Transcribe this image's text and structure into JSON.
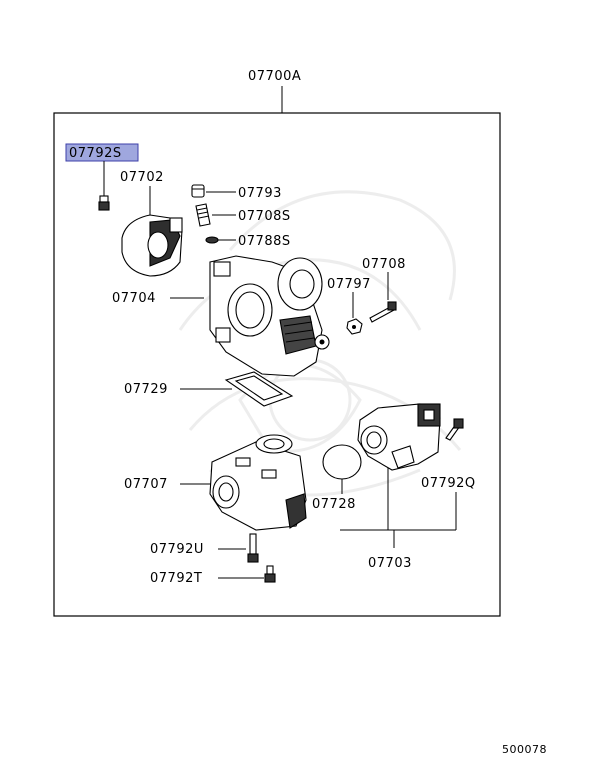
{
  "assembly_label": "07700A",
  "highlighted_part": "07792S",
  "diagram_id": "500078",
  "parts": {
    "p07702": "07702",
    "p07793": "07793",
    "p07708S": "07708S",
    "p07788S": "07788S",
    "p07708": "07708",
    "p07797": "07797",
    "p07704": "07704",
    "p07729": "07729",
    "p07707": "07707",
    "p07728": "07728",
    "p07792Q": "07792Q",
    "p07792U": "07792U",
    "p07792T": "07792T",
    "p07703": "07703"
  }
}
